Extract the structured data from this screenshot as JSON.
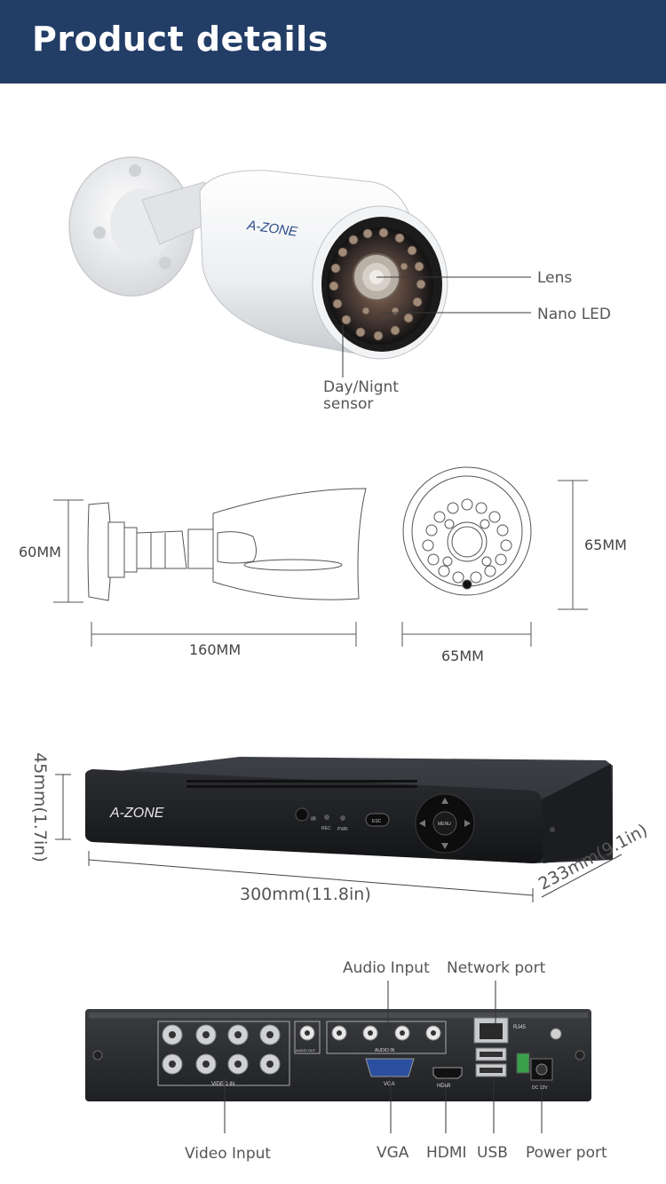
{
  "header": {
    "title": "Product details"
  },
  "camera": {
    "brand": "A-ZONE",
    "callouts": {
      "lens": "Lens",
      "nano_led": "Nano LED",
      "sensor_line1": "Day/Nignt",
      "sensor_line2": "sensor"
    }
  },
  "dimensions": {
    "side_height": "60MM",
    "side_length": "160MM",
    "front_width": "65MM",
    "front_height": "65MM"
  },
  "dvr": {
    "brand": "A-ZONE",
    "height": "45mm(1.7in)",
    "width": "300mm(11.8in)",
    "depth": "233mm(9.1in)",
    "front_buttons": {
      "ir": "IR",
      "rec": "REC",
      "pwr": "PWR",
      "esc": "ESC",
      "menu": "MENU"
    }
  },
  "rear_panel": {
    "labels": {
      "audio_input": "Audio Input",
      "network_port": "Network port",
      "video_input": "Video Input",
      "vga": "VGA",
      "hdmi": "HDMI",
      "usb": "USB",
      "power_port": "Power port"
    },
    "silkscreen": {
      "video_in": "VIDEO IN",
      "audio_in": "AUDIO IN",
      "audio_out": "AUDIO OUT",
      "vga": "VGA",
      "hdmi": "HDMI",
      "rj45": "RJ45",
      "dc": "DC 12V"
    }
  }
}
